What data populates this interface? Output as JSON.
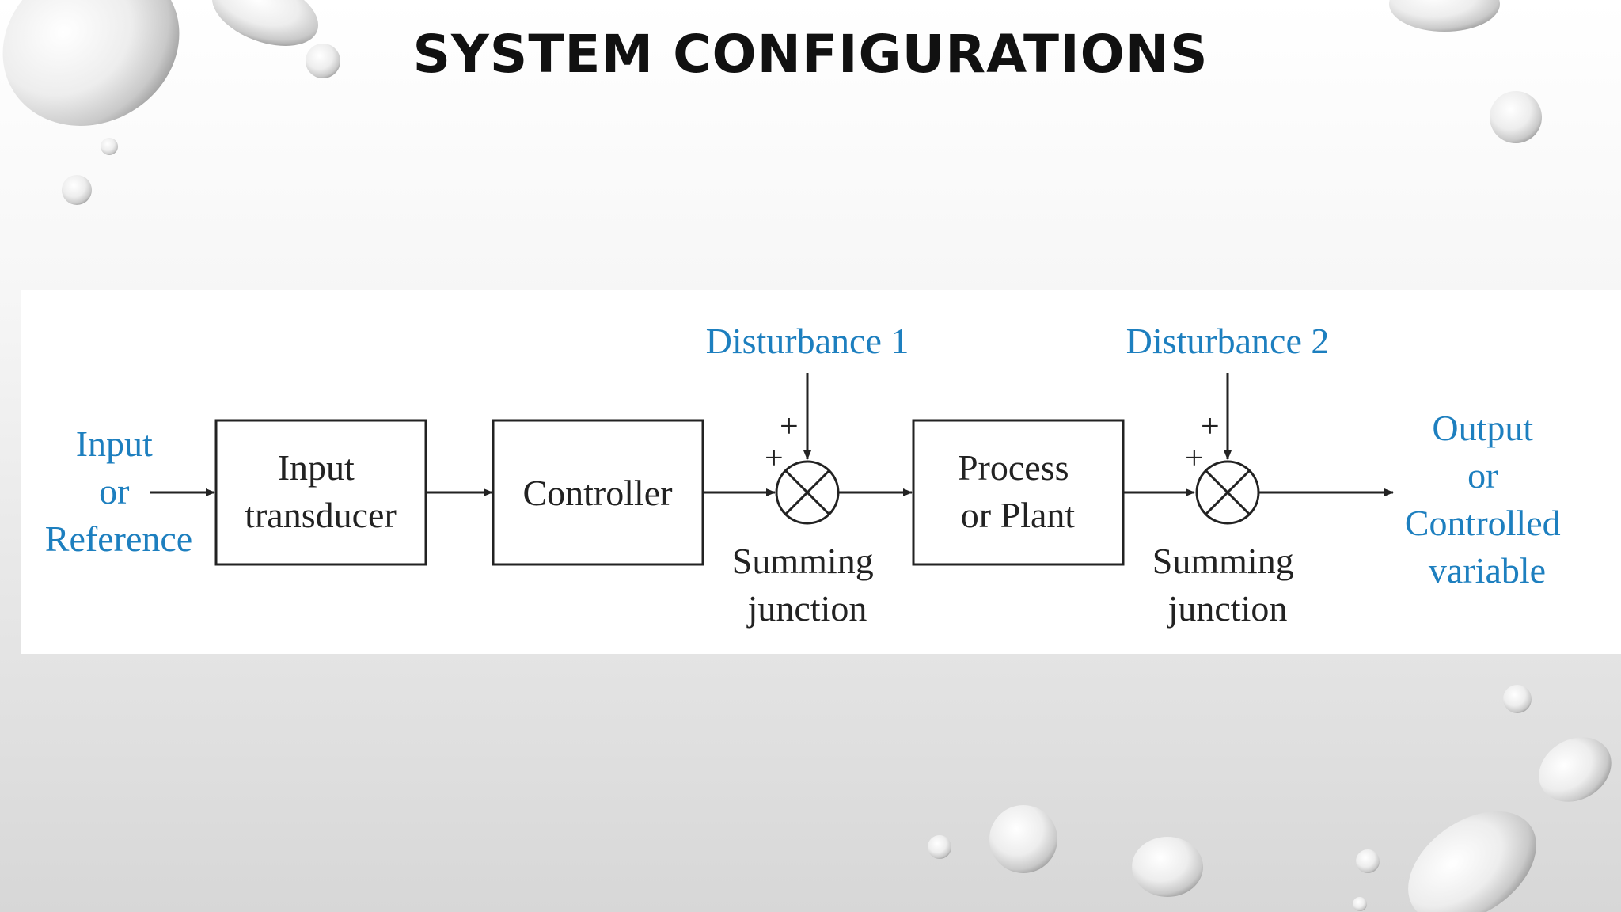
{
  "slide": {
    "title": "SYSTEM CONFIGURATIONS"
  },
  "diagram": {
    "input_label": [
      "Input",
      "or",
      "Reference"
    ],
    "blocks": {
      "input_transducer": [
        "Input",
        "transducer"
      ],
      "controller": [
        "Controller"
      ],
      "plant": [
        "Process",
        "or Plant"
      ]
    },
    "disturbances": [
      "Disturbance 1",
      "Disturbance 2"
    ],
    "summing_junction_label": [
      "Summing",
      "junction"
    ],
    "plus_sign": "+",
    "output_label": [
      "Output",
      "or",
      "Controlled",
      "variable"
    ],
    "colors": {
      "accent": "#1d7fbf",
      "ink": "#222222"
    }
  }
}
